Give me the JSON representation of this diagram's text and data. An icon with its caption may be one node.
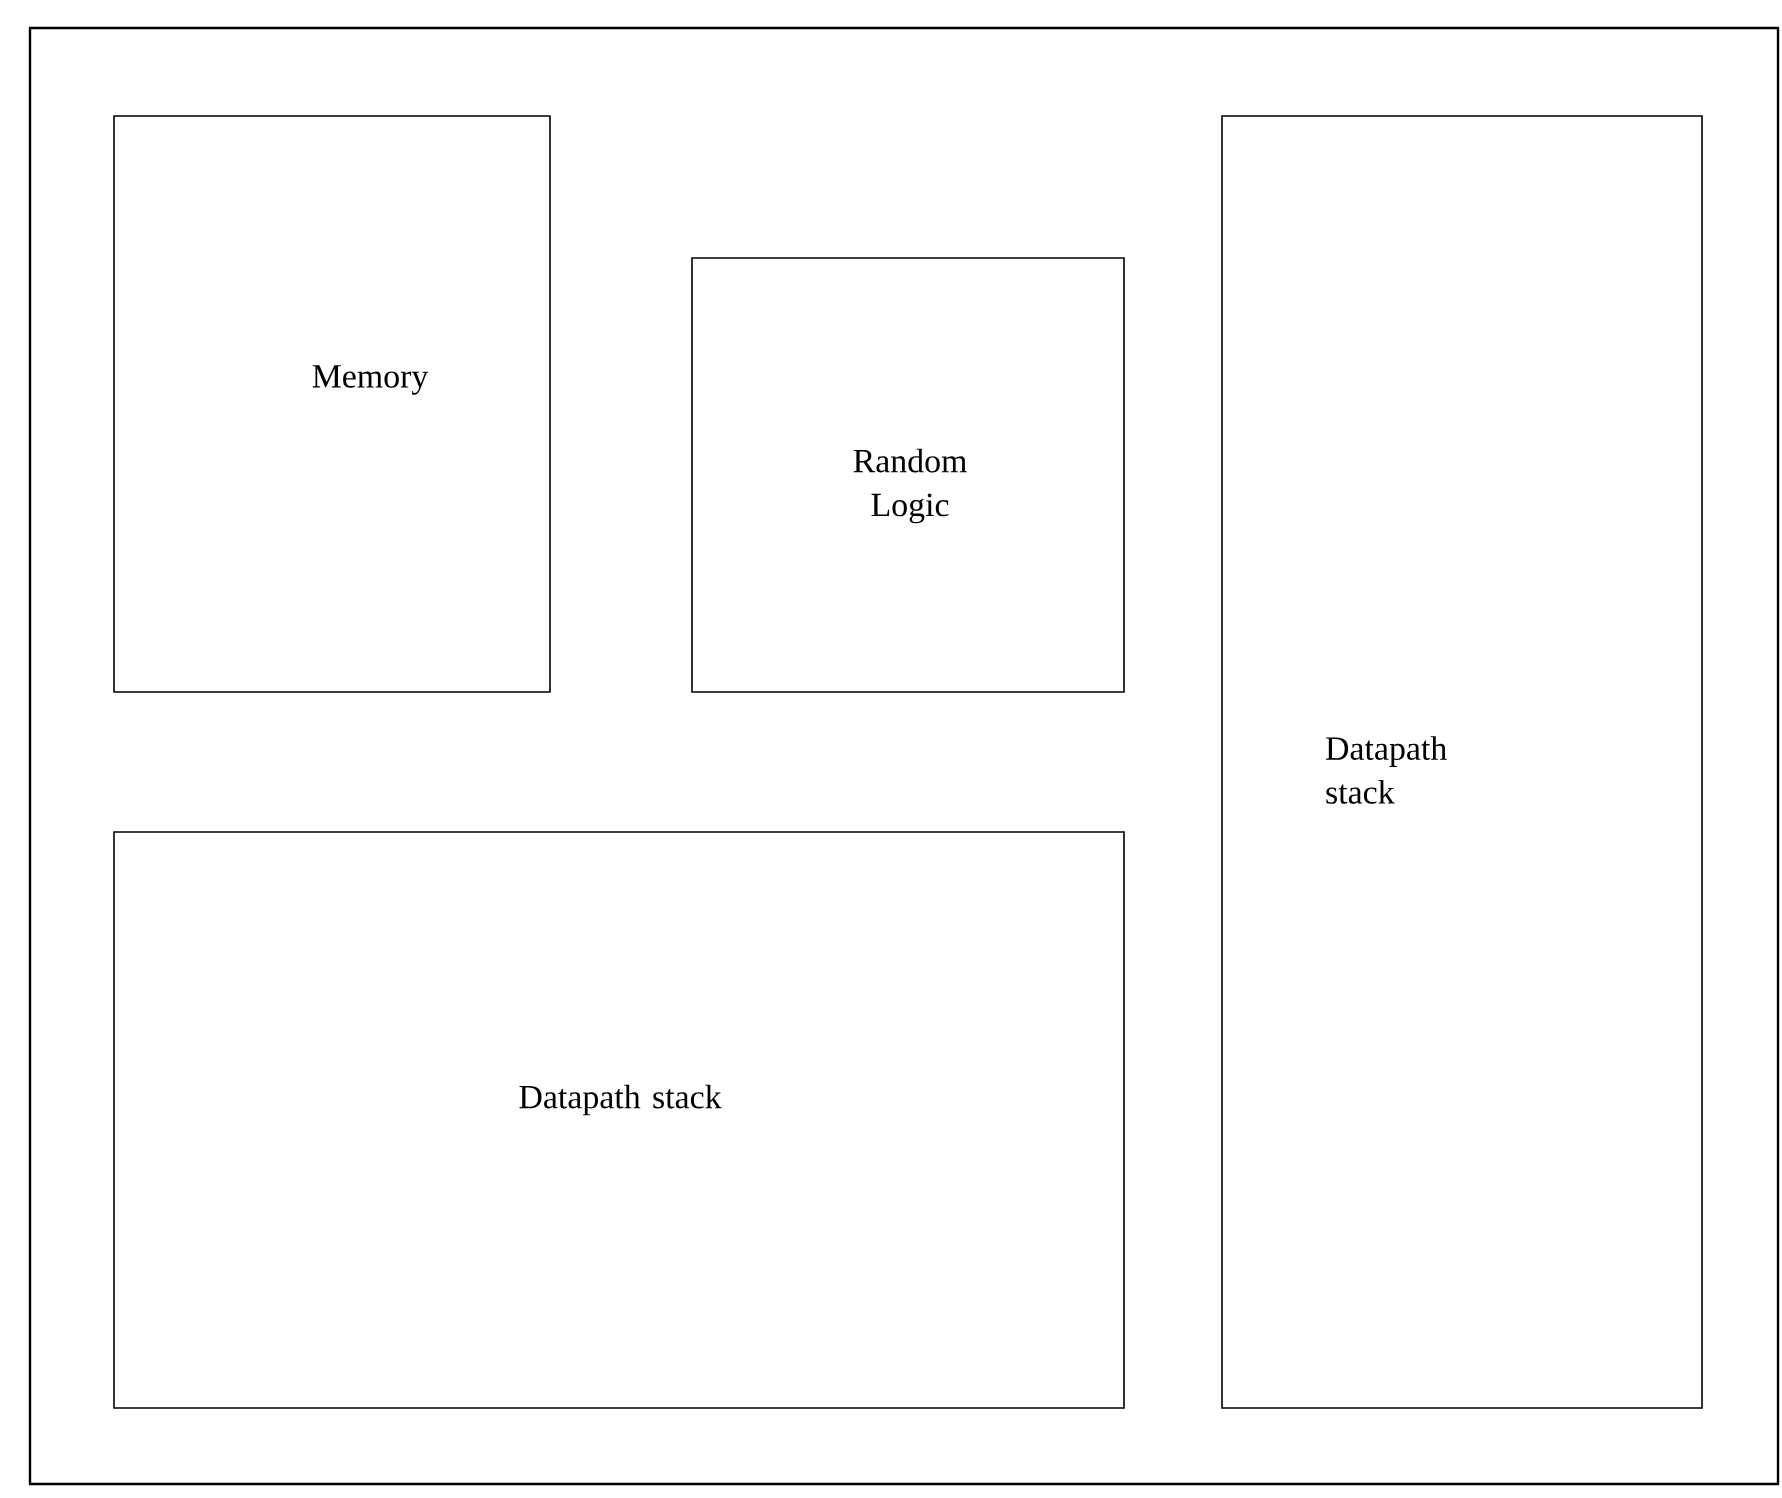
{
  "diagram": {
    "nodes": [
      {
        "text": [],
        "shape": "box"
      },
      {
        "text": [
          "Memory"
        ],
        "in": 0
      },
      {
        "text": [
          "Random Logic"
        ],
        "in": 0
      },
      {
        "text": [
          "Datapath stack"
        ],
        "in": 0
      },
      {
        "text": [
          "Datapath stack"
        ],
        "in": 0
      }
    ]
  }
}
